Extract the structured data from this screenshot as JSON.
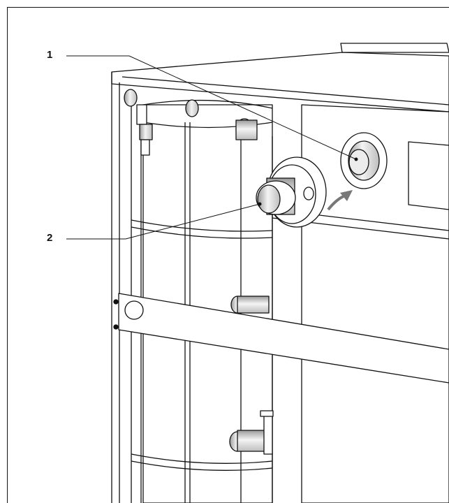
{
  "figure": {
    "callouts": [
      {
        "id": "1",
        "label": "1"
      },
      {
        "id": "2",
        "label": "2"
      }
    ],
    "colors": {
      "line": "#111111",
      "fill": "#ffffff",
      "shade": "#d9d9d9",
      "arrow": "#777777"
    }
  }
}
